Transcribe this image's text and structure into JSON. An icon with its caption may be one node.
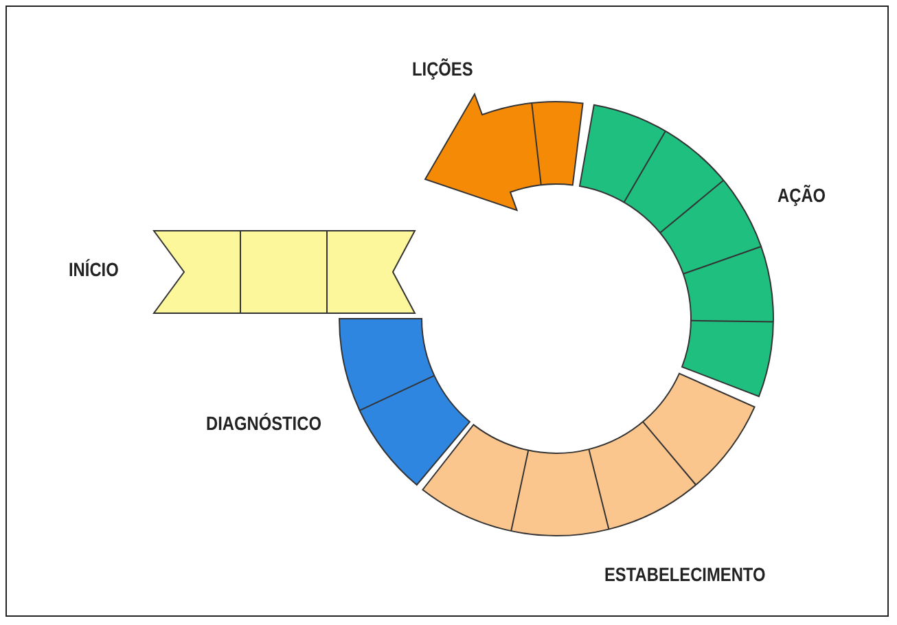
{
  "diagram": {
    "nodes": [
      {
        "text": [
          "INÍCIO"
        ]
      },
      {
        "text": [
          "DIAGNÓSTICO"
        ]
      },
      {
        "text": [
          "ESTABELECIMENTO"
        ]
      },
      {
        "text": [
          "AÇÃO"
        ]
      },
      {
        "text": [
          "LIÇÕES"
        ]
      }
    ]
  }
}
